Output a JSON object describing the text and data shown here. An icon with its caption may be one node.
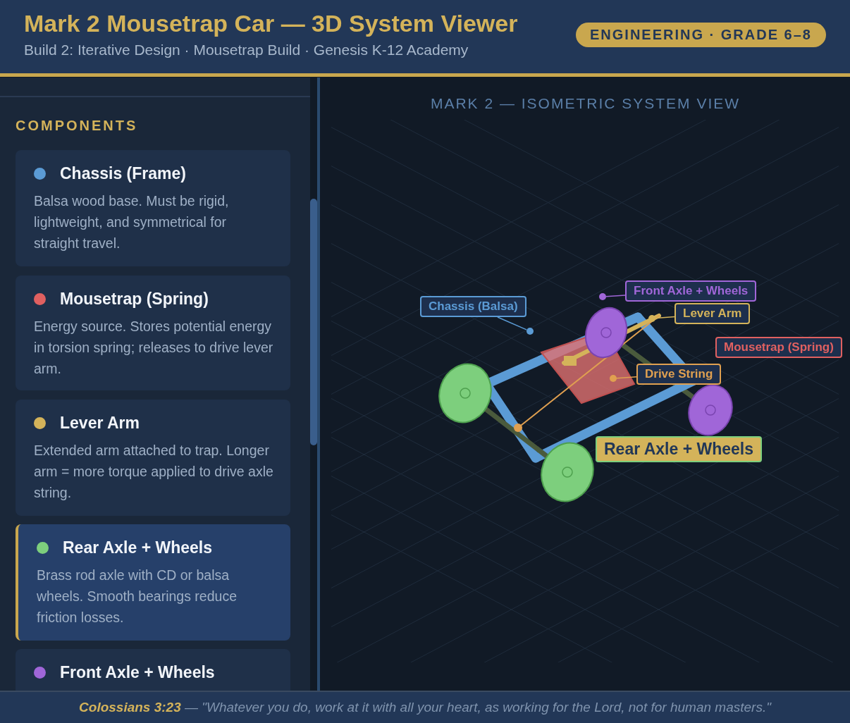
{
  "diagram": {
    "title": "Mark 2 Mousetrap Car — 3D System Viewer",
    "caption": "**Colossians 3:23** — \"Whatever you do, work at it with all your heart, as working for the Lord, not for human masters.\"",
    "nodes": [
      {
        "text": [
          "Chassis (Frame)",
          "Balsa wood base. Must be rigid, lightweight, and symmetrical for straight travel."
        ]
      },
      {
        "text": [
          "Mousetrap (Spring)",
          "Energy source. Stores potential energy in torsion spring; releases to drive lever arm."
        ]
      },
      {
        "text": [
          "Lever Arm",
          "Extended arm attached to trap. Longer arm = more torque applied to drive axle string."
        ]
      },
      {
        "text": [
          "Rear Axle + Wheels",
          "Brass rod axle with CD or balsa wheels. Smooth bearings reduce friction losses."
        ]
      },
      {
        "text": [
          "Front Axle + Wheels"
        ]
      },
      {
        "text": [
          "Front Axle + Wheels"
        ]
      },
      {
        "text": [],
        "shape": "circle"
      },
      {
        "text": [
          "Chassis (Balsa)"
        ]
      },
      {
        "text": [],
        "shape": "circle"
      },
      {
        "text": [
          "Lever Arm"
        ]
      },
      {
        "text": [],
        "shape": "circle"
      },
      {
        "text": [
          "Drive String"
        ]
      },
      {
        "text": [],
        "shape": "circle"
      },
      {
        "text": [
          "Mousetrap (Spring)"
        ]
      },
      {
        "text": [
          "Rear Axle + Wheels"
        ]
      }
    ],
    "edges": [
      {
        "from": 5,
        "to": 6,
        "arrow": "none",
        "color": "#a066d8"
      },
      {
        "from": 7,
        "to": 8,
        "arrow": "none",
        "color": "#5b9bd5"
      },
      {
        "from": 9,
        "to": 10,
        "arrow": "none",
        "color": "#d4b35a"
      },
      {
        "from": 11,
        "to": 12,
        "arrow": "none",
        "color": "#e0a050"
      }
    ],
    "labels": [
      "Build 2: Iterative Design · Mousetrap Build · Genesis K-12 Academy",
      "ENGINEERING · GRADE 6–8",
      "COMPONENTS",
      "MARK 2 — ISOMETRIC SYSTEM VIEW"
    ]
  }
}
